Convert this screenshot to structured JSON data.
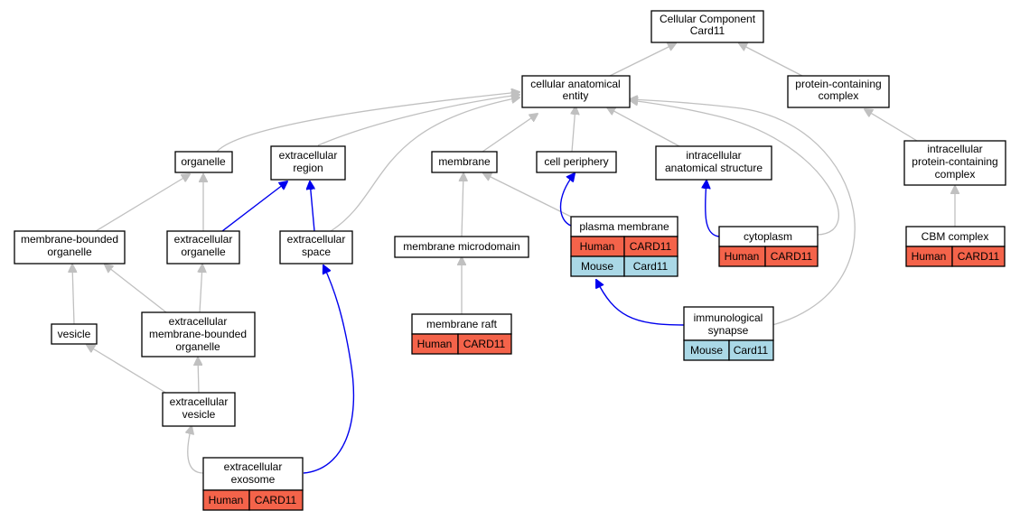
{
  "nodes": {
    "root": [
      "Cellular Component",
      "Card11"
    ],
    "cae": [
      "cellular anatomical",
      "entity"
    ],
    "pcc": [
      "protein-containing",
      "complex"
    ],
    "organelle": [
      "organelle"
    ],
    "exreg": [
      "extracellular",
      "region"
    ],
    "membrane": [
      "membrane"
    ],
    "cellper": [
      "cell periphery"
    ],
    "intras": [
      "intracellular",
      "anatomical structure"
    ],
    "ipcc": [
      "intracellular",
      "protein-containing",
      "complex"
    ],
    "mbo": [
      "membrane-bounded",
      "organelle"
    ],
    "exorg": [
      "extracellular",
      "organelle"
    ],
    "exspace": [
      "extracellular",
      "space"
    ],
    "memmicro": [
      "membrane microdomain"
    ],
    "plasma": [
      "plasma membrane"
    ],
    "cyto": [
      "cytoplasm"
    ],
    "cbm": [
      "CBM complex"
    ],
    "vesicle": [
      "vesicle"
    ],
    "exmbo": [
      "extracellular",
      "membrane-bounded",
      "organelle"
    ],
    "raft": [
      "membrane raft"
    ],
    "immsyn": [
      "immunological",
      "synapse"
    ],
    "exves": [
      "extracellular",
      "vesicle"
    ],
    "exosome": [
      "extracellular",
      "exosome"
    ]
  },
  "annotations": {
    "plasma": [
      [
        "Human",
        "CARD11"
      ],
      [
        "Mouse",
        "Card11"
      ]
    ],
    "cyto": [
      [
        "Human",
        "CARD11"
      ]
    ],
    "cbm": [
      [
        "Human",
        "CARD11"
      ]
    ],
    "raft": [
      [
        "Human",
        "CARD11"
      ]
    ],
    "immsyn": [
      [
        "Mouse",
        "Card11"
      ]
    ],
    "exosome": [
      [
        "Human",
        "CARD11"
      ]
    ]
  },
  "species_colors": {
    "Human": "#f4634a",
    "Mouse": "#aad8e6"
  },
  "edge_colors": {
    "is_a": "#c0c0c0",
    "part_of": "#0000ee"
  }
}
